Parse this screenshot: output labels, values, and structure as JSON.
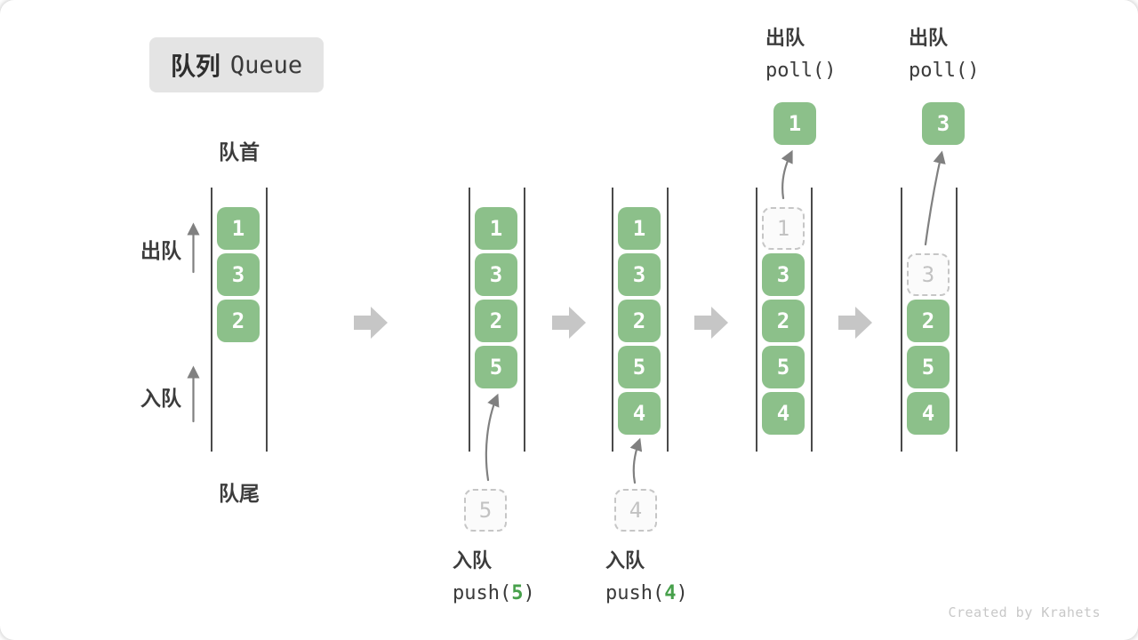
{
  "title": {
    "zh": "队列",
    "en": "Queue"
  },
  "labels": {
    "front": "队首",
    "rear": "队尾",
    "dequeue": "出队",
    "enqueue": "入队"
  },
  "colors": {
    "box_green": "#8cc08a",
    "box_text": "#ffffff",
    "code_arg_green": "#47a04b",
    "dashed_border": "#c6c6c6",
    "dashed_text": "#c2c2c2",
    "channel_wall": "#4a4a4a",
    "label_text": "#3c3c3c",
    "big_arrow": "#c6c6c6",
    "thin_arrow": "#808080",
    "badge_bg": "#e4e4e4",
    "watermark": "#c8c8c8"
  },
  "states": [
    {
      "boxes": [
        "1",
        "3",
        "2"
      ]
    },
    {
      "boxes": [
        "1",
        "3",
        "2",
        "5"
      ],
      "pending": "5",
      "op": {
        "label": "入队",
        "code_pre": "push(",
        "code_arg": "5",
        "code_post": ")"
      }
    },
    {
      "boxes": [
        "1",
        "3",
        "2",
        "5",
        "4"
      ],
      "pending": "4",
      "op": {
        "label": "入队",
        "code_pre": "push(",
        "code_arg": "4",
        "code_post": ")"
      }
    },
    {
      "removed": "1",
      "polled": "1",
      "boxes": [
        "3",
        "2",
        "5",
        "4"
      ],
      "op": {
        "label": "出队",
        "code": "poll()"
      }
    },
    {
      "removed": "3",
      "polled": "3",
      "boxes": [
        "2",
        "5",
        "4"
      ],
      "op": {
        "label": "出队",
        "code": "poll()"
      }
    }
  ],
  "watermark": "Created by Krahets"
}
